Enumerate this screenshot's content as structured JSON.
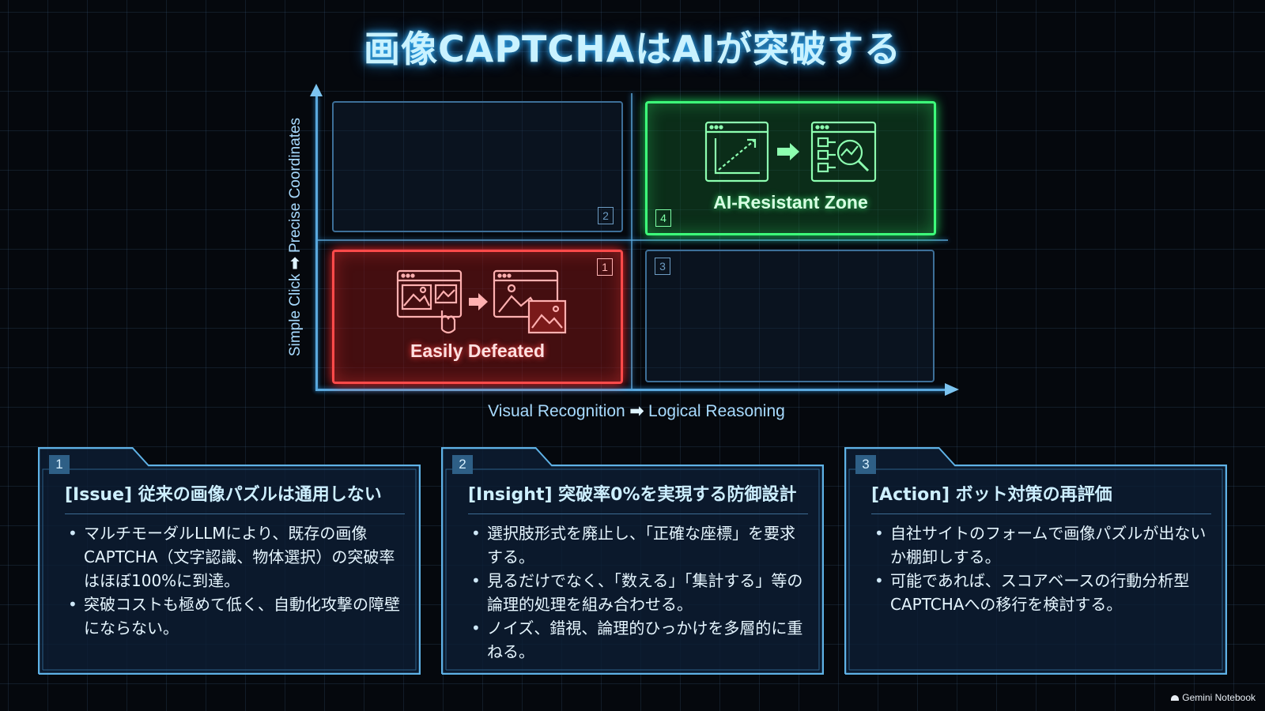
{
  "title": "画像CAPTCHAはAIが突破する",
  "matrix": {
    "y_axis": {
      "start": "Simple Click",
      "end": "Precise Coordinates"
    },
    "x_axis": {
      "start": "Visual Recognition",
      "end": "Logical Reasoning"
    },
    "arrow_glyph": "➡",
    "quadrants": [
      {
        "number": "1",
        "label": "Easily Defeated",
        "color": "#ff4a4a",
        "icon": "image-click-to-images-icon"
      },
      {
        "number": "2",
        "label": "",
        "color": "#5a8db8"
      },
      {
        "number": "3",
        "label": "",
        "color": "#5a8db8"
      },
      {
        "number": "4",
        "label": "AI-Resistant Zone",
        "color": "#3dff7a",
        "icon": "chart-to-analysis-icon"
      }
    ]
  },
  "cards": [
    {
      "number": "1",
      "heading": "[Issue] 従来の画像パズルは通用しない",
      "bullets": [
        "マルチモーダルLLMにより、既存の画像CAPTCHA（文字認識、物体選択）の突破率はほぼ100%に到達。",
        "突破コストも極めて低く、自動化攻撃の障壁にならない。"
      ]
    },
    {
      "number": "2",
      "heading": "[Insight] 突破率0%を実現する防御設計",
      "bullets": [
        "選択肢形式を廃止し、「正確な座標」を要求する。",
        "見るだけでなく、「数える」「集計する」等の論理的処理を組み合わせる。",
        "ノイズ、錯視、論理的ひっかけを多層的に重ねる。"
      ]
    },
    {
      "number": "3",
      "heading": "[Action] ボット対策の再評価",
      "bullets": [
        "自社サイトのフォームで画像パズルが出ないか棚卸しする。",
        "可能であれば、スコアベースの行動分析型CAPTCHAへの移行を検討する。"
      ]
    }
  ],
  "badge": "Gemini Notebook"
}
